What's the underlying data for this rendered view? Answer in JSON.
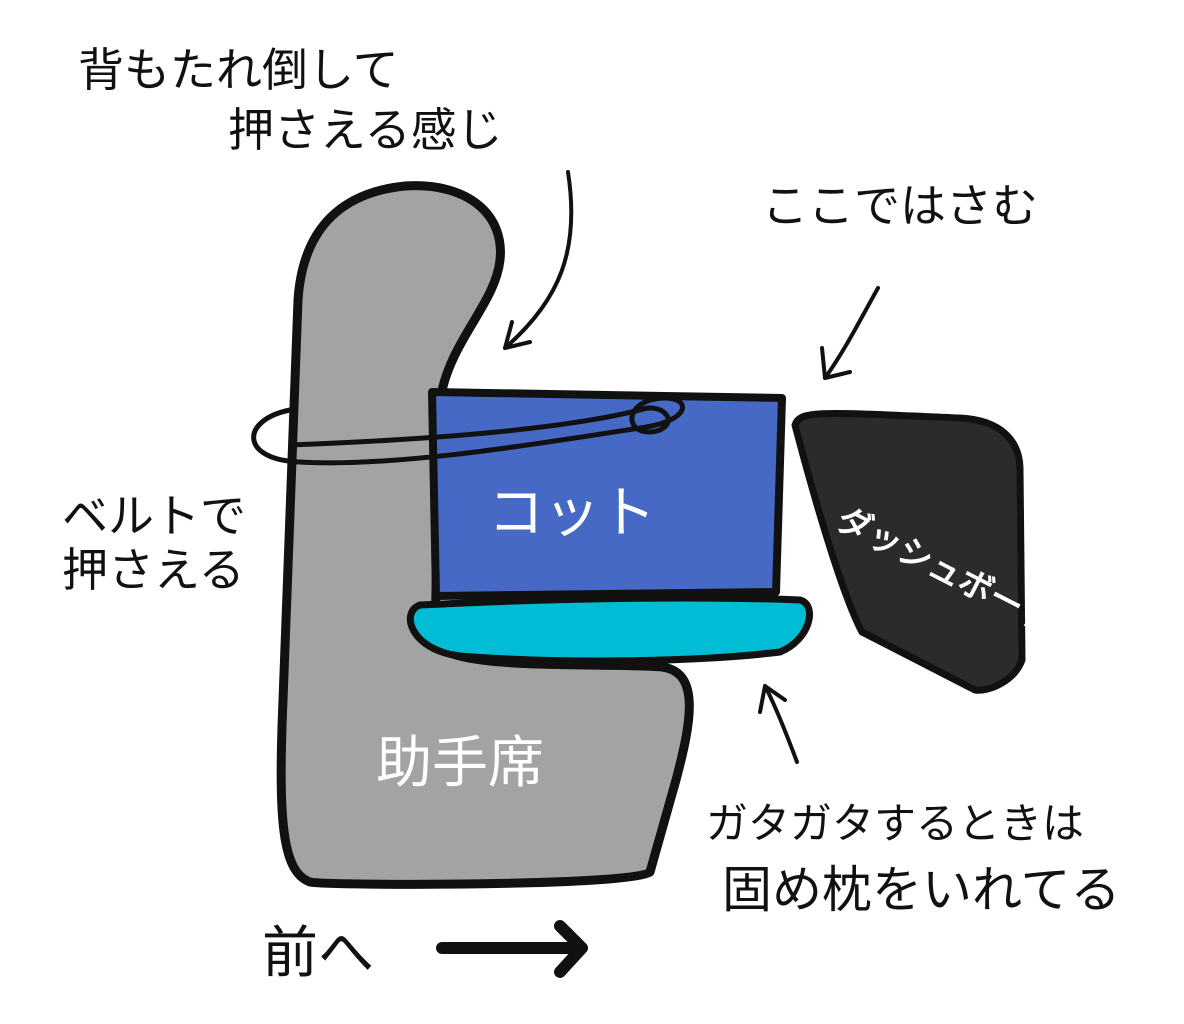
{
  "labels": {
    "recline_line1": "背もたれ倒して",
    "recline_line2": "押さえる感じ",
    "pinch_here": "ここではさむ",
    "cot": "コット",
    "dashboard": "ダッシュボード",
    "belt_line1": "ベルトで",
    "belt_line2": "押さえる",
    "passenger_seat": "助手席",
    "pillow_line1": "ガタガタするときは",
    "pillow_line2": "固め枕をいれてる",
    "forward": "前へ"
  },
  "colors": {
    "seat": "#a3a3a3",
    "cot": "#4669c6",
    "pillow": "#00bcd4",
    "dashboard": "#2b2b2b",
    "outline": "#111111"
  }
}
